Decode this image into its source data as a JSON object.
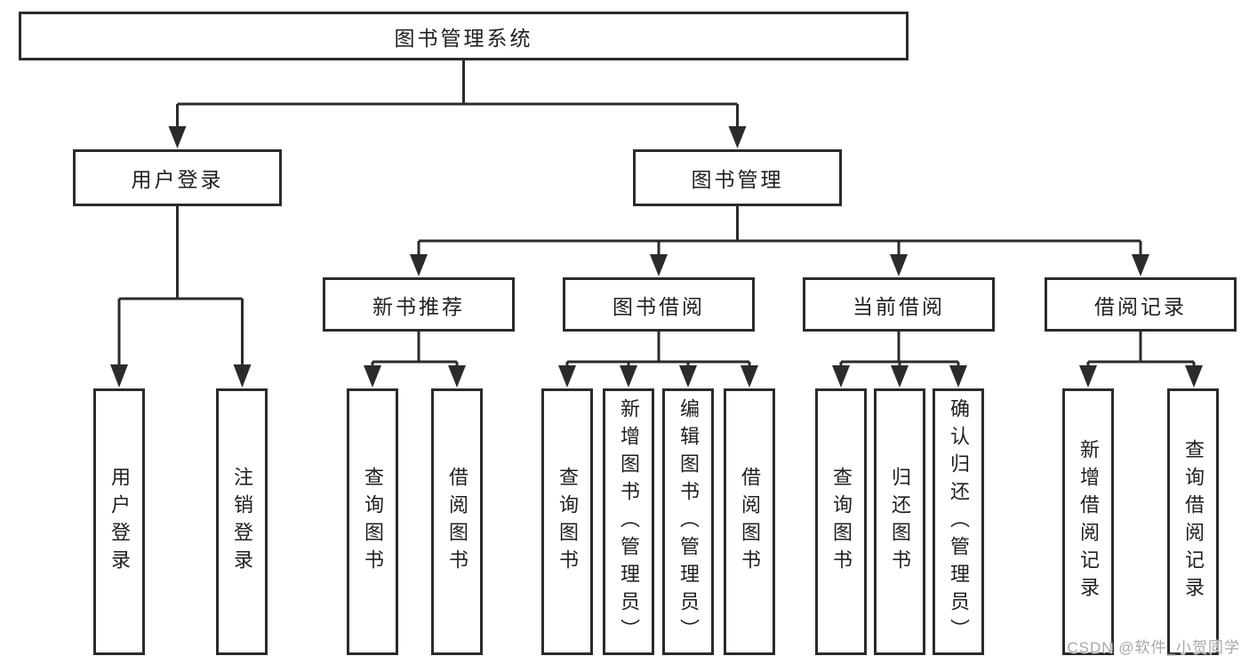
{
  "colors": {
    "line": "#2b2b2b",
    "text": "#1f1f1f",
    "background": "#ffffff",
    "watermark": "#a9a9a9"
  },
  "watermark": {
    "text": "CSDN @软件_小贺同学"
  },
  "tree": {
    "label": "图书管理系统",
    "children": [
      {
        "label": "用户登录",
        "children": [
          {
            "label": "用户登录"
          },
          {
            "label": "注销登录"
          }
        ]
      },
      {
        "label": "图书管理",
        "children": [
          {
            "label": "新书推荐",
            "children": [
              {
                "label": "查询图书"
              },
              {
                "label": "借阅图书"
              }
            ]
          },
          {
            "label": "图书借阅",
            "children": [
              {
                "label": "查询图书"
              },
              {
                "label": "新增图书（管理员）"
              },
              {
                "label": "编辑图书（管理员）"
              },
              {
                "label": "借阅图书"
              }
            ]
          },
          {
            "label": "当前借阅",
            "children": [
              {
                "label": "查询图书"
              },
              {
                "label": "归还图书"
              },
              {
                "label": "确认归还（管理员）"
              }
            ]
          },
          {
            "label": "借阅记录",
            "children": [
              {
                "label": "新增借阅记录"
              },
              {
                "label": "查询借阅记录"
              }
            ]
          }
        ]
      }
    ]
  }
}
